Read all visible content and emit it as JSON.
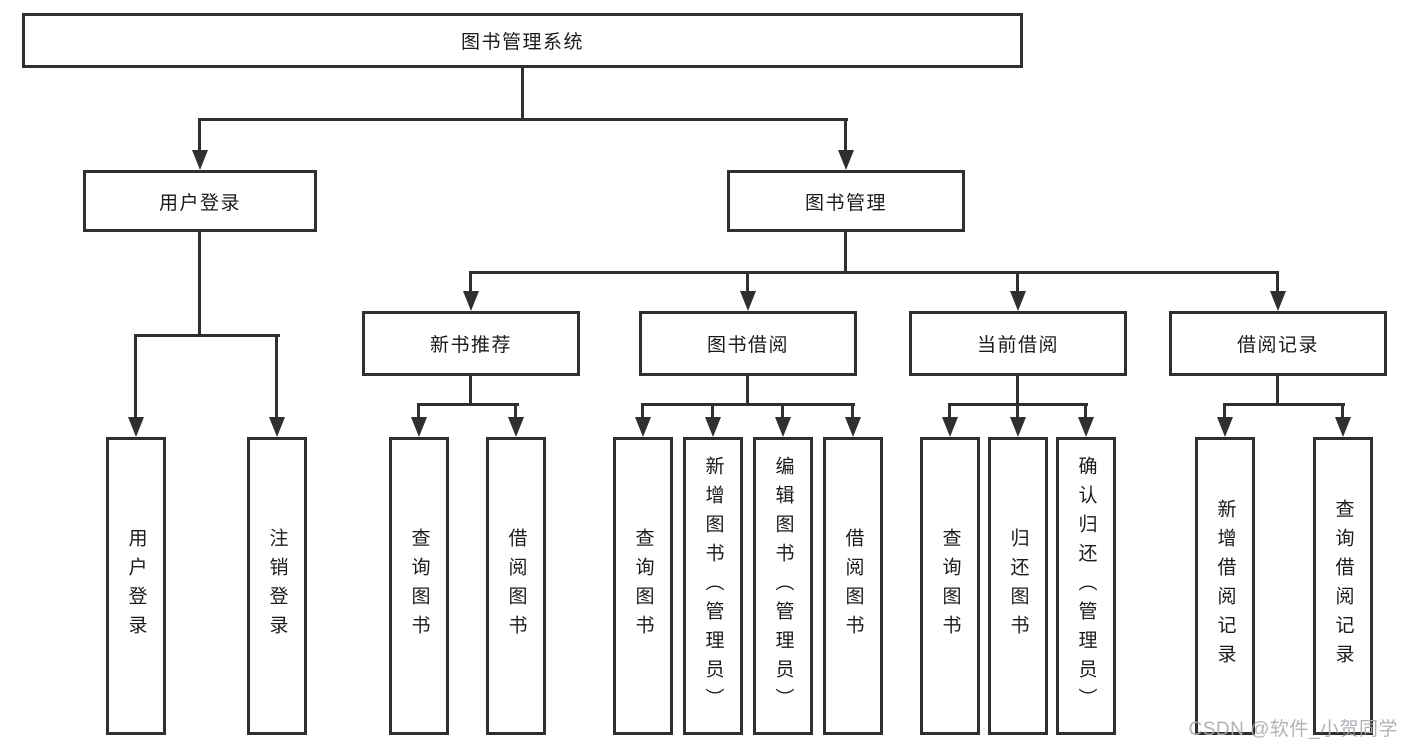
{
  "colors": {
    "background": "#ffffff",
    "line": "#2f2f2f",
    "box_border": "#2f2f2f",
    "text": "#1b1b1b",
    "watermark": "#a9adb3"
  },
  "nodes": {
    "root": "图书管理系统",
    "level2": [
      {
        "id": "user-login",
        "label": "用户登录"
      },
      {
        "id": "book-management",
        "label": "图书管理"
      }
    ],
    "level3": [
      {
        "id": "new-book-recommend",
        "label": "新书推荐"
      },
      {
        "id": "book-borrow",
        "label": "图书借阅"
      },
      {
        "id": "current-borrow",
        "label": "当前借阅"
      },
      {
        "id": "borrow-records",
        "label": "借阅记录"
      }
    ],
    "leaves": {
      "user_login": [
        "用户登录",
        "注销登录"
      ],
      "new_book_recommend": [
        "查询图书",
        "借阅图书"
      ],
      "book_borrow": [
        "查询图书",
        "新增图书（管理员）",
        "编辑图书（管理员）",
        "借阅图书"
      ],
      "current_borrow": [
        "查询图书",
        "归还图书",
        "确认归还（管理员）"
      ],
      "borrow_records": [
        "新增借阅记录",
        "查询借阅记录"
      ]
    }
  },
  "watermark": "CSDN @软件_小贺同学"
}
